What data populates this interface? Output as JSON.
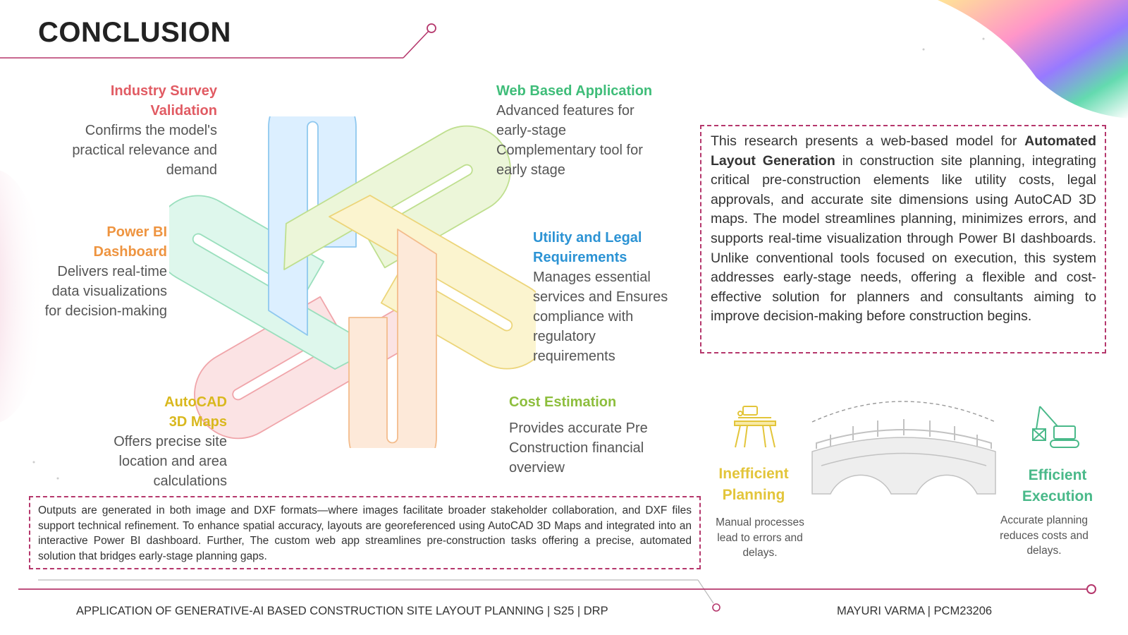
{
  "title": "CONCLUSION",
  "colors": {
    "red": "#e15b63",
    "orange": "#ee9440",
    "yellow": "#d9b81e",
    "lime": "#8dbe3d",
    "blue": "#2c93d4",
    "green": "#3fbd79",
    "border": "#b5376c"
  },
  "items": [
    {
      "title": "Industry Survey Validation",
      "body": "Confirms the model's practical relevance and demand"
    },
    {
      "title": "Web Based Application",
      "body": "Advanced features for early-stage Complementary tool for early stage"
    },
    {
      "title": "Power BI Dashboard",
      "body": "Delivers real-time data visualizations for decision-making"
    },
    {
      "title": "Utility and Legal Requirements",
      "body": "Manages essential services and Ensures compliance with regulatory requirements"
    },
    {
      "title": "AutoCAD 3D Maps",
      "body": "Offers precise site location and area calculations"
    },
    {
      "title": "Cost Estimation",
      "body": "Provides accurate Pre Construction financial overview"
    }
  ],
  "summary": {
    "before": "This research presents a web-based model for ",
    "bold": "Automated Layout Generation",
    "after": " in construction site planning, integrating critical pre-construction elements like utility costs, legal approvals, and accurate site dimensions using AutoCAD 3D maps. The model streamlines planning, minimizes errors, and supports real-time visualization through Power BI dashboards. Unlike conventional tools focused on execution, this system addresses early-stage needs, offering a flexible and cost-effective solution for planners and consultants aiming to improve decision-making before construction begins."
  },
  "outputs_text": "Outputs are generated in both image and DXF formats—where images facilitate broader stakeholder collaboration, and DXF files support technical refinement. To enhance spatial accuracy, layouts are georeferenced using AutoCAD 3D Maps and integrated into an interactive Power BI dashboard. Further, The custom web app streamlines pre-construction tasks offering a precise, automated solution that bridges early-stage planning gaps.",
  "bridge": {
    "left_title": "Inefficient Planning",
    "left_desc": "Manual processes lead to errors and delays.",
    "right_title": "Efficient Execution",
    "right_desc": "Accurate planning reduces costs and delays."
  },
  "footer": {
    "left": "APPLICATION OF GENERATIVE-AI BASED CONSTRUCTION SITE LAYOUT PLANNING | S25 | DRP",
    "right": "MAYURI VARMA | PCM23206"
  }
}
